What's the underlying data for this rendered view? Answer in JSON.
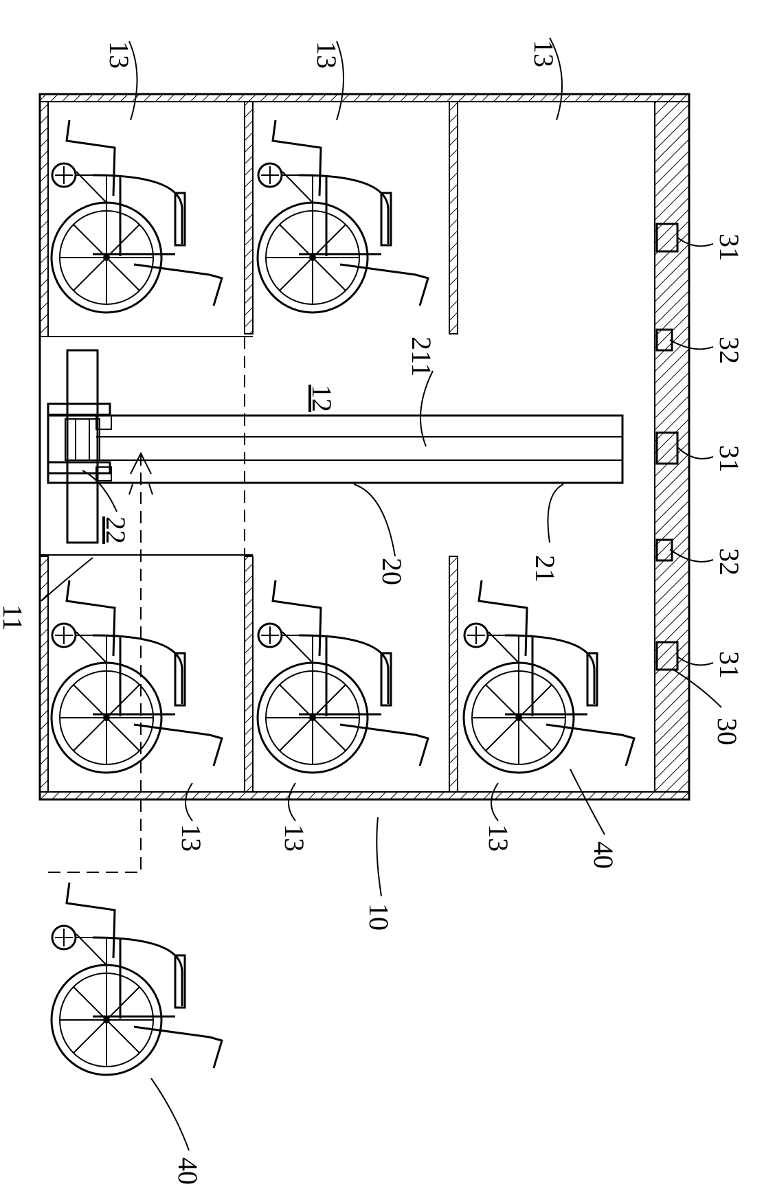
{
  "figure": {
    "labels": {
      "room": "10",
      "entrance": "11",
      "aisle": "12",
      "parking_space": "13",
      "carrier": "20",
      "rail": "21",
      "rail_groove": "211",
      "carriage": "22",
      "control_box": "30",
      "charger": "31",
      "sensor": "32",
      "wheelchair": "40"
    }
  }
}
